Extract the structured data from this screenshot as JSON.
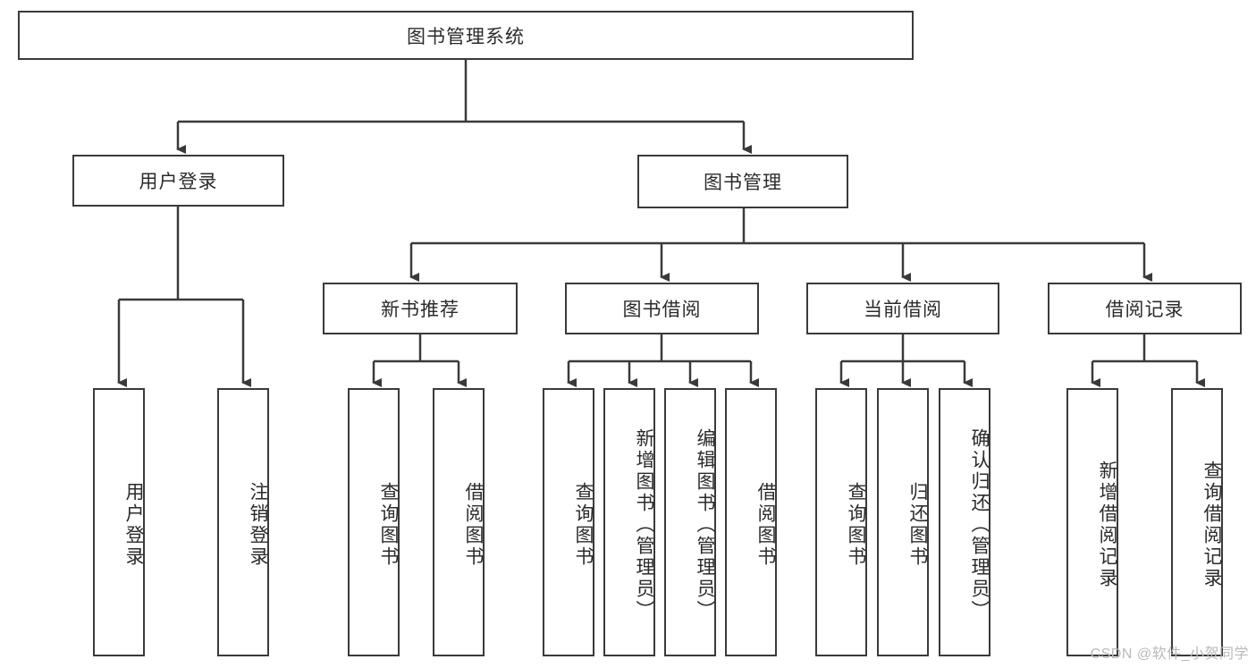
{
  "diagram": {
    "title_node": {
      "label": "图书管理系统"
    },
    "level2": [
      {
        "label": "用户登录"
      },
      {
        "label": "图书管理"
      }
    ],
    "level3": [
      {
        "label": "新书推荐"
      },
      {
        "label": "图书借阅"
      },
      {
        "label": "当前借阅"
      },
      {
        "label": "借阅记录"
      }
    ],
    "leaves": {
      "user_login": [
        {
          "label": "用户登录"
        },
        {
          "label": "注销登录"
        }
      ],
      "new_book_recommend": [
        {
          "label": "查询图书"
        },
        {
          "label": "借阅图书"
        }
      ],
      "book_borrow": [
        {
          "label": "查询图书"
        },
        {
          "label": "新增图书（管理员）"
        },
        {
          "label": "编辑图书（管理员）"
        },
        {
          "label": "借阅图书"
        }
      ],
      "current_borrow": [
        {
          "label": "查询图书"
        },
        {
          "label": "归还图书"
        },
        {
          "label": "确认归还（管理员）"
        }
      ],
      "borrow_record": [
        {
          "label": "新增借阅记录"
        },
        {
          "label": "查询借阅记录"
        }
      ]
    }
  },
  "watermark": {
    "text": "CSDN @软件_小贺同学"
  },
  "colors": {
    "stroke": "#3a3a3a",
    "text": "#2b2b2b",
    "background": "#ffffff",
    "watermark": "#b9b9b9"
  }
}
